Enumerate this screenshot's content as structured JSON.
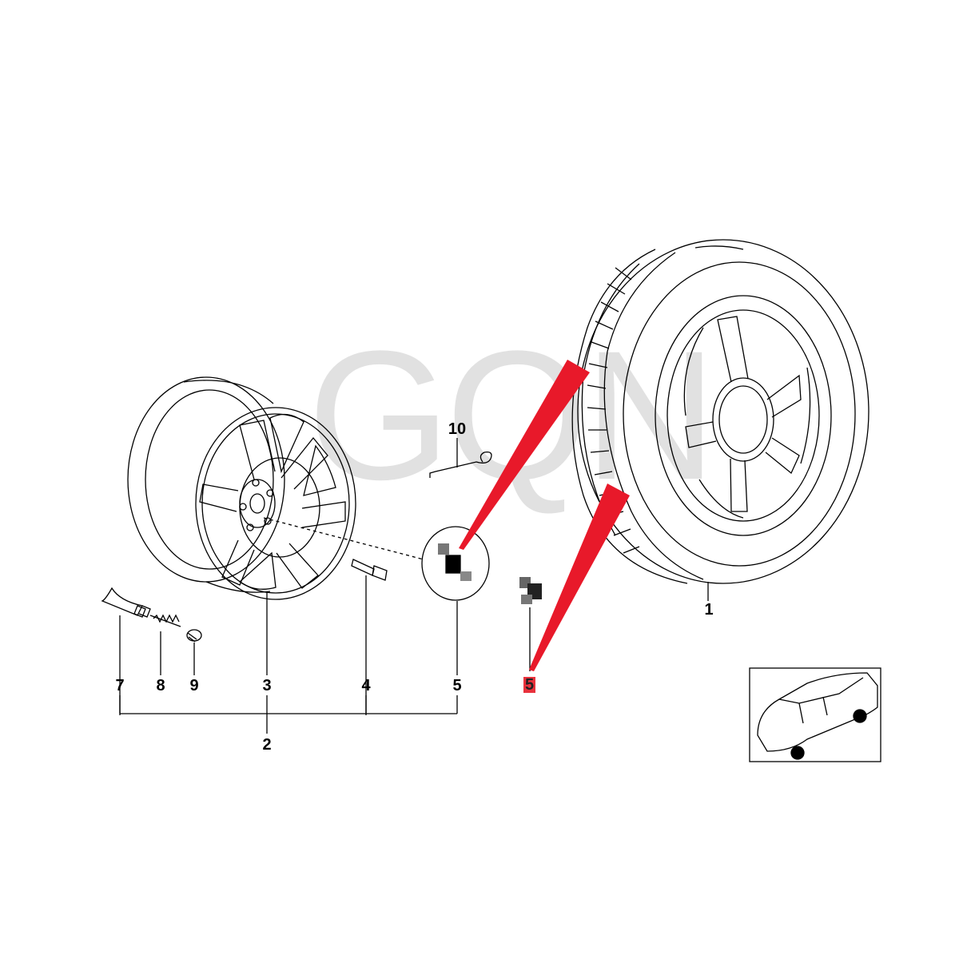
{
  "diagram": {
    "watermark": "GQN",
    "callouts": {
      "c1": "1",
      "c2": "2",
      "c3": "3",
      "c4": "4",
      "c5": "5",
      "c5_highlight": "5",
      "c7": "7",
      "c8": "8",
      "c9": "9",
      "c10": "10"
    },
    "colors": {
      "line": "#000000",
      "highlight_arrow": "#e8192a",
      "highlight_label_bg": "#e8323c"
    },
    "icons": [
      "wheel-rim",
      "tire-assembly",
      "valve-stem",
      "valve-core",
      "valve-cap",
      "wheel-bolt",
      "hub-cap",
      "emblem",
      "wire-clip",
      "car-thumbnail"
    ]
  }
}
